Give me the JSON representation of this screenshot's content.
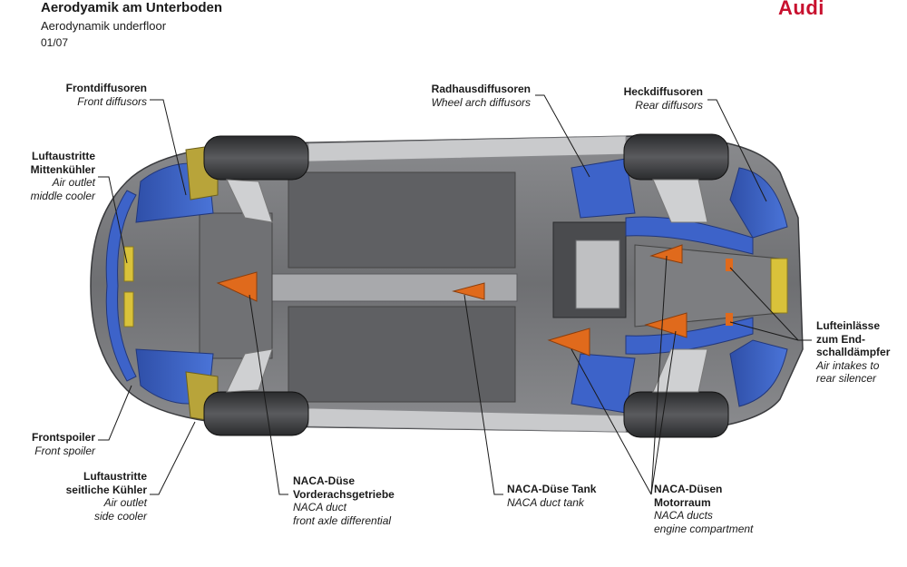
{
  "header": {
    "title": "Aerodyamik am Unterboden",
    "subtitle": "Aerodynamik underfloor",
    "page": "01/07",
    "brand": "Audi"
  },
  "callouts": {
    "front_diffusors": {
      "de": "Frontdiffusoren",
      "en": "Front diffusors"
    },
    "middle_cooler": {
      "de1": "Luftaustritte",
      "de2": "Mittenkühler",
      "en1": "Air outlet",
      "en2": "middle cooler"
    },
    "front_spoiler": {
      "de": "Frontspoiler",
      "en": "Front spoiler"
    },
    "side_cooler": {
      "de1": "Luftaustritte",
      "de2": "seitliche Kühler",
      "en1": "Air outlet",
      "en2": "side cooler"
    },
    "naca_front": {
      "de1": "NACA-Düse",
      "de2": "Vorderachsgetriebe",
      "en1": "NACA duct",
      "en2": "front axle differential"
    },
    "naca_tank": {
      "de": "NACA-Düse Tank",
      "en": "NACA duct tank"
    },
    "naca_engine": {
      "de1": "NACA-Düsen",
      "de2": "Motorraum",
      "en1": "NACA ducts",
      "en2": "engine compartment"
    },
    "wheel_arch": {
      "de": "Radhausdiffusoren",
      "en": "Wheel arch diffusors"
    },
    "rear_diffusors": {
      "de": "Heckdiffusoren",
      "en": "Rear diffusors"
    },
    "silencer": {
      "de1": "Lufteinlässe",
      "de2": "zum End-",
      "de3": "schalldämpfer",
      "en1": "Air intakes to",
      "en2": "rear silencer"
    }
  },
  "colors": {
    "diffusor_blue": "#3d63c9",
    "naca_orange": "#e06a1c",
    "cooler_yellow": "#d9c23a",
    "panel_gray": "#6c6d70",
    "brand_red": "#c8102e"
  }
}
